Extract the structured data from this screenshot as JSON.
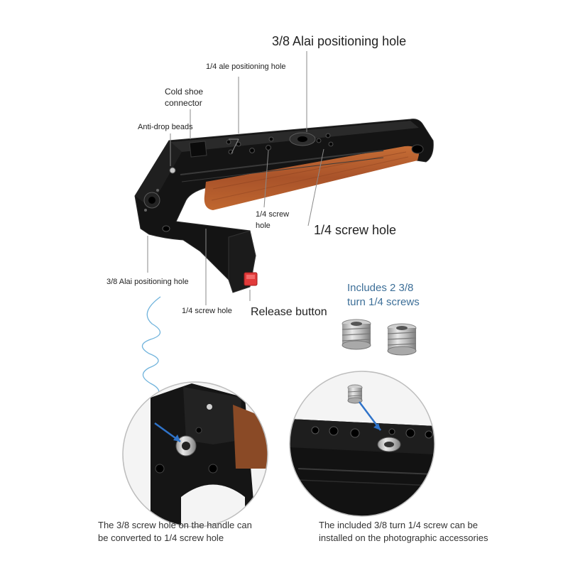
{
  "labels": {
    "alai_top": "3/8 Alai positioning hole",
    "ale_quarter": "1/4 ale positioning hole",
    "cold_shoe_l1": "Cold shoe",
    "cold_shoe_l2": "connector",
    "anti_drop": "Anti-drop beads",
    "screw_small_l1": "1/4 screw",
    "screw_small_l2": "hole",
    "screw_big": "1/4 screw hole",
    "alai_left": "3/8 Alai positioning hole",
    "screw_bottom": "1/4 screw hole",
    "release": "Release button",
    "includes_l1": "Includes 2 3/8",
    "includes_l2": "turn 1/4 screws"
  },
  "captions": {
    "left_l1": "The 3/8 screw hole on the handle can",
    "left_l2": "be converted to 1/4 screw hole",
    "right_l1": "The included 3/8 turn 1/4 screw can be",
    "right_l2": "installed on the photographic accessories"
  },
  "colors": {
    "body": "#141414",
    "wood": "#b5602e",
    "release": "#e23a3a",
    "accent_line": "#6fb3dc",
    "arrow": "#2f73c9"
  }
}
